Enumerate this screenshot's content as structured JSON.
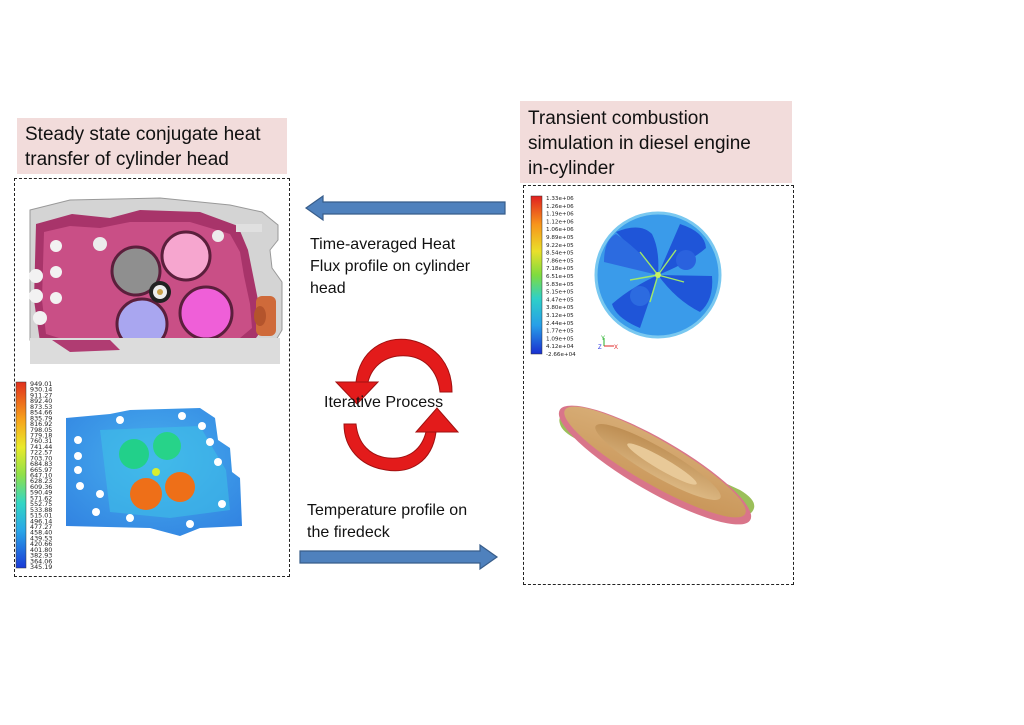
{
  "left_title": [
    "Steady state conjugate heat",
    "transfer of cylinder head"
  ],
  "right_title": [
    "Transient combustion",
    "simulation in diesel engine",
    "in-cylinder"
  ],
  "heatflux_caption": [
    "Time-averaged Heat",
    "Flux profile on cylinder",
    "head"
  ],
  "temp_caption": [
    "Temperature profile on",
    "the firedeck"
  ],
  "iterative_label": "Iterative Process",
  "left_legend_values": [
    "949.01",
    "930.14",
    "911.27",
    "892.40",
    "873.53",
    "854.66",
    "835.79",
    "816.92",
    "798.05",
    "779.18",
    "760.31",
    "741.44",
    "722.57",
    "703.70",
    "684.83",
    "665.97",
    "647.10",
    "628.23",
    "609.36",
    "590.49",
    "571.62",
    "552.75",
    "533.88",
    "515.01",
    "496.14",
    "477.27",
    "458.40",
    "439.53",
    "420.66",
    "401.80",
    "382.93",
    "364.06",
    "345.19"
  ],
  "right_legend_values": [
    "1.33e+06",
    "1.26e+06",
    "1.19e+06",
    "1.12e+06",
    "1.06e+06",
    "9.89e+05",
    "9.22e+05",
    "8.54e+05",
    "7.86e+05",
    "7.18e+05",
    "6.51e+05",
    "5.83e+05",
    "5.15e+05",
    "4.47e+05",
    "3.80e+05",
    "3.12e+05",
    "2.44e+05",
    "1.77e+05",
    "1.09e+05",
    "4.12e+04",
    "-2.66e+04"
  ],
  "axis_labels": {
    "y": "Y",
    "z": "Z",
    "x": "X"
  },
  "colors": {
    "title_fill": "#f2dcdb",
    "arrow_fill": "#4f81bd",
    "arrow_stroke": "#385d8a",
    "cycle_red": "#e31b1b"
  }
}
